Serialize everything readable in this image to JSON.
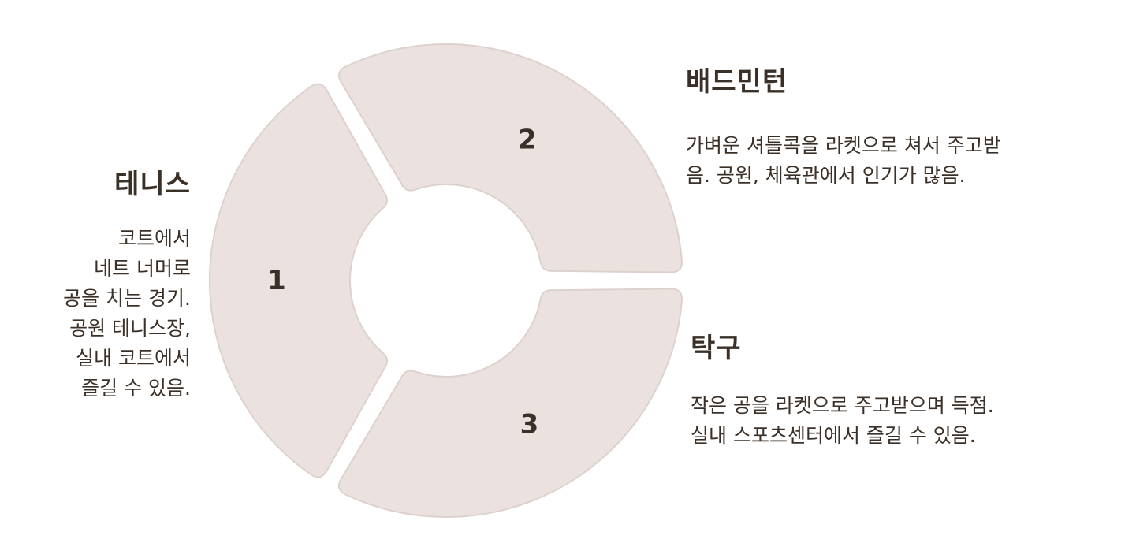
{
  "diagram": {
    "segments": [
      {
        "number": "1",
        "title": "테니스",
        "description": "코트에서\n네트 너머로\n공을 치는 경기.\n공원 테니스장,\n실내 코트에서\n즐길 수 있음."
      },
      {
        "number": "2",
        "title": "배드민턴",
        "description": "가벼운 셔틀콕을 라켓으로 쳐서 주고받\n음. 공원, 체육관에서 인기가 많음."
      },
      {
        "number": "3",
        "title": "탁구",
        "description": "작은 공을 라켓으로 주고받으며 득점.\n실내 스포츠센터에서 즐길 수 있음."
      }
    ],
    "colors": {
      "segment_fill": "#ebe2e0",
      "segment_stroke": "#ddd1cd",
      "text": "#3b3027"
    }
  }
}
